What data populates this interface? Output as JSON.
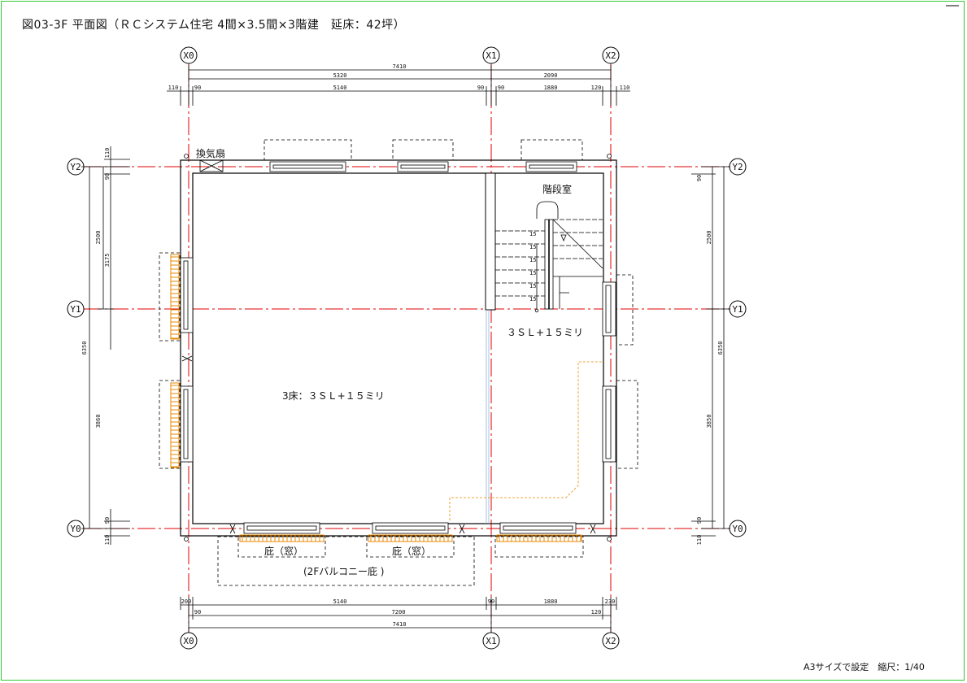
{
  "title": "図03-3F 平面図（ＲＣシステム住宅 4間×3.5間×3階建　延床：42坪）",
  "footer": "A3サイズで設定　縮尺：1/40",
  "colors": {
    "frame": "#34c934",
    "grid": "#e00000",
    "wall": "#000000",
    "orange": "#e88a00"
  },
  "grid_x": [
    "X0",
    "X1",
    "X2"
  ],
  "grid_y": [
    "Y2",
    "Y1",
    "Y0"
  ],
  "dims": {
    "top_total": "7410",
    "top_a": "5320",
    "top_b": "2090",
    "top_r1": [
      "110",
      "90",
      "5140",
      "90",
      "90",
      "1880",
      "120",
      "110"
    ],
    "bot_r1": [
      "200",
      "5140",
      "90",
      "1880",
      "230"
    ],
    "bot_r2": [
      "90",
      "7200",
      "120"
    ],
    "bot_total": "7410",
    "left_outer": "6350",
    "left_mid": [
      "2500",
      "3175"
    ],
    "left_lower": "3860",
    "left_small": [
      "110",
      "90",
      "90",
      "110"
    ],
    "right_outer": "6350",
    "right_top": "2500",
    "right_lower": "3850",
    "right_small": [
      "90",
      "90",
      "110"
    ]
  },
  "labels": {
    "fan": "換気扇",
    "stair_room": "階段室",
    "stair_level": "３ＳＬ+１５ミリ",
    "floor": "3床：３ＳＬ+１５ミリ",
    "eave1": "庇（窓）",
    "eave2": "庇（窓）",
    "balcony": "(2Fバルコニー庇 )"
  },
  "stair_step_marks": [
    "15",
    "15",
    "15",
    "15",
    "15",
    "15"
  ]
}
